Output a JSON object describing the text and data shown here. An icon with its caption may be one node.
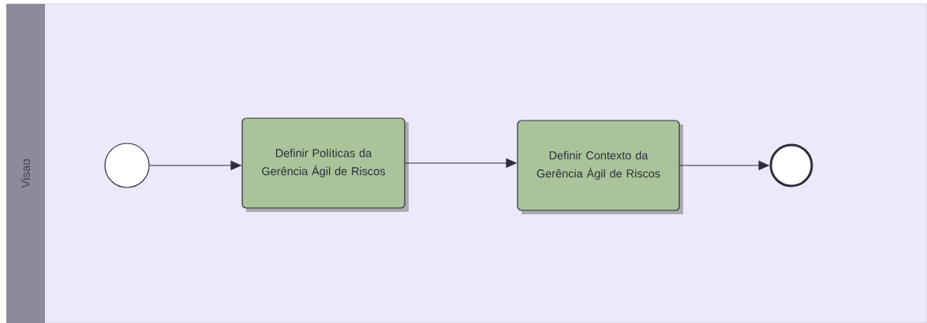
{
  "diagram": {
    "nodes": [
      {
        "text": [
          "Visao"
        ]
      },
      {
        "text": [],
        "shape": "circle",
        "in": 0
      },
      {
        "text": [
          "Definir Políticas da Gerência Ágil de Riscos"
        ],
        "in": 0
      },
      {
        "text": [
          "Definir Contexto da Gerência Ágil de Riscos"
        ],
        "in": 0
      },
      {
        "text": [],
        "shape": "circle",
        "in": 0
      }
    ],
    "edges": [
      {
        "from": 1,
        "to": 2,
        "arrow": "to"
      },
      {
        "from": 2,
        "to": 3,
        "arrow": "to"
      },
      {
        "from": 3,
        "to": 4,
        "arrow": "to"
      }
    ]
  }
}
